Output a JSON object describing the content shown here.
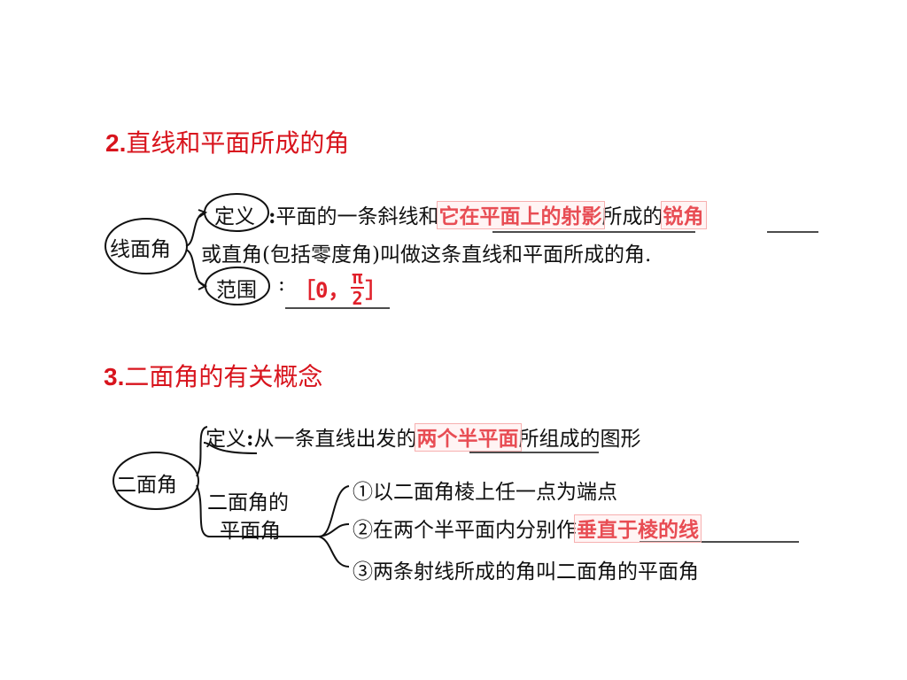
{
  "section2": {
    "heading_num": "2.",
    "heading_text": "直线和平面所成的角",
    "root": "线面角",
    "def_label": "定义",
    "def_colon": ":",
    "def_text1": "平面的一条斜线和",
    "def_blank1": "它在平面上的射影",
    "def_text2": "所成的",
    "def_blank2": "锐角",
    "def_line2": "或直角(包括零度角)叫做这条直线和平面所成的角.",
    "range_label": "范围",
    "range_colon": ":",
    "range_open": "［0，",
    "range_num": "π",
    "range_den": "2",
    "range_close": "］"
  },
  "section3": {
    "heading_num": "3.",
    "heading_text": "二面角的有关概念",
    "root": "二面角",
    "def_label": "定义",
    "def_colon": ":",
    "def_text1": "从一条直线出发的",
    "def_blank1": "两个半平面",
    "def_text2": "所组成的图形",
    "plane_label_1": "二面角的",
    "plane_label_2": "平面角",
    "item1": "①以二面角棱上任一点为端点",
    "item2_text": "②在两个半平面内分别作",
    "item2_blank": "垂直于棱的线",
    "item3": "③两条射线所成的角叫二面角的平面角"
  }
}
